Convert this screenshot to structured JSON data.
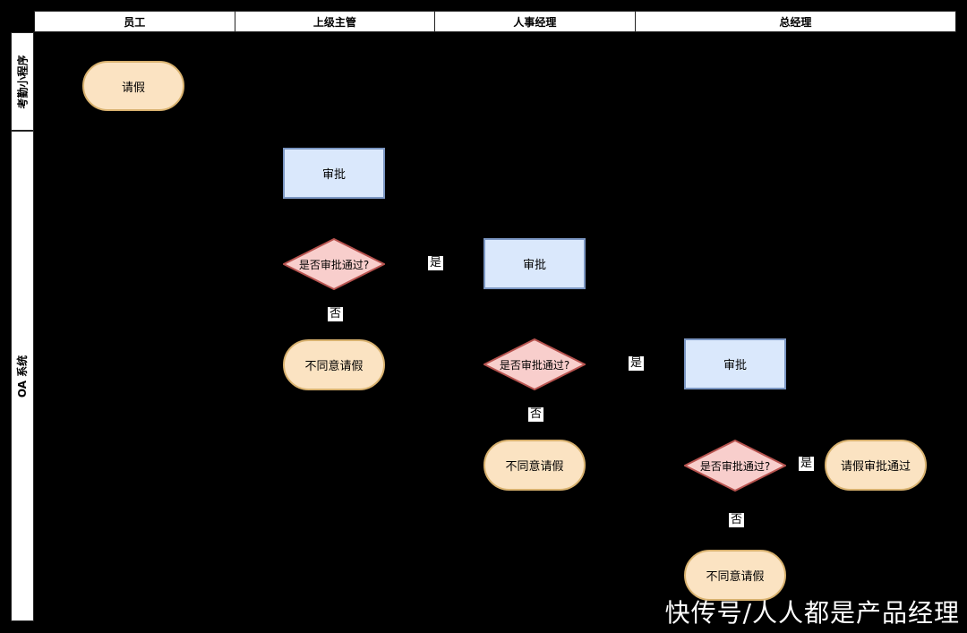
{
  "lanes": [
    "员工",
    "上级主管",
    "人事经理",
    "总经理"
  ],
  "pools": [
    "考勤小程序",
    "OA 系统"
  ],
  "nodes": {
    "leave_request": "请假",
    "manager_approve": "审批",
    "manager_decision": "是否审批通过?",
    "manager_reject": "不同意请假",
    "hr_approve": "审批",
    "hr_decision": "是否审批通过?",
    "hr_reject": "不同意请假",
    "gm_approve": "审批",
    "gm_decision": "是否审批通过?",
    "gm_reject": "不同意请假",
    "approved": "请假审批通过"
  },
  "edge_labels": {
    "yes": "是",
    "no": "否"
  },
  "watermark": "快传号/人人都是产品经理",
  "colors": {
    "terminal_fill": "#fbe3c2",
    "process_fill": "#dae8fc",
    "decision_fill": "#f8cecc"
  }
}
